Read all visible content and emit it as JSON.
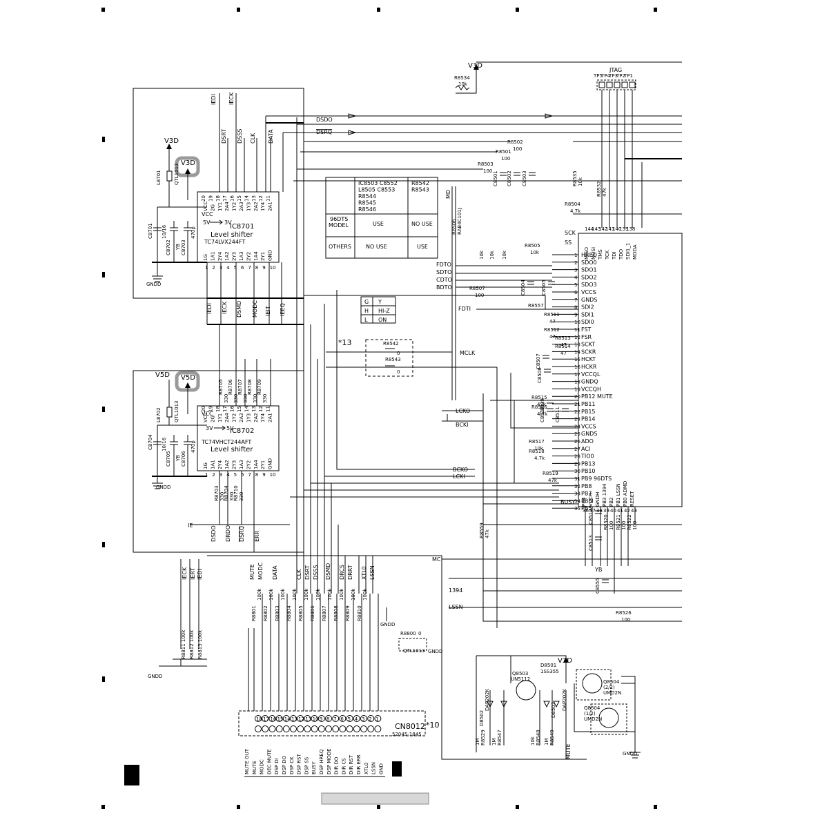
{
  "ic8701": {
    "ref": "IC8701",
    "part": "TC74LVX244FT",
    "function": "Level shifter",
    "vcc_label": "VCC",
    "conv_left": "5V",
    "conv_right": "3V",
    "supply": "V3D",
    "highlight": "V3D",
    "pins_top": [
      "20",
      "19",
      "18",
      "17",
      "16",
      "15",
      "14",
      "13",
      "12",
      "11"
    ],
    "names_top": [
      "VCC",
      "2G",
      "1Y1",
      "2A4",
      "1Y2",
      "2A3",
      "1Y3",
      "2A2",
      "1Y4",
      "2A1"
    ],
    "pins_bottom": [
      "1",
      "2",
      "3",
      "4",
      "5",
      "6",
      "7",
      "8",
      "9",
      "10"
    ],
    "names_bottom": [
      "1G",
      "1A1",
      "2Y4",
      "1A2",
      "2Y3",
      "1A3",
      "2Y2",
      "1A4",
      "2Y1",
      "GND"
    ],
    "inputs_top": [
      "IEDI",
      "IECK",
      "DSRT",
      "DSSS",
      "CLK",
      "DATA"
    ],
    "outputs_bottom": [
      "IEDI",
      "IECK",
      "DSMD",
      "MODC",
      "IEIT",
      "IEEQ"
    ]
  },
  "ic8702": {
    "ref": "IC8702",
    "part": "TC74VHCT244AFT",
    "function": "Level shifter",
    "vcc_label": "VCC",
    "conv_left": "3V",
    "conv_right": "5V",
    "supply": "V5D",
    "highlight": "V5D",
    "pins_top": [
      "20",
      "19",
      "18",
      "17",
      "16",
      "15",
      "14",
      "13",
      "12",
      "11"
    ],
    "names_top": [
      "VCC",
      "2G",
      "1Y1",
      "2A4",
      "1Y2",
      "2A3",
      "1Y3",
      "2A2",
      "1Y4",
      "2A1"
    ],
    "pins_bottom": [
      "1",
      "2",
      "3",
      "4",
      "5",
      "6",
      "7",
      "8",
      "9",
      "10"
    ],
    "names_bottom": [
      "1G",
      "1A1",
      "2Y4",
      "1A2",
      "2Y3",
      "1A3",
      "2Y2",
      "1A4",
      "2Y1",
      "GND"
    ],
    "outputs_bottom": [
      "DSDO",
      "DRDO",
      "DSRQ",
      "ERR"
    ]
  },
  "passives_left": {
    "l8701": "L8701",
    "l8701_val": "QTL1013",
    "c8701": "C8701",
    "c8701_val": "10/16",
    "c8702": "C8702",
    "c8702_val": "YB",
    "c8703": "C8703",
    "c8703_val": "470p",
    "l8702": "L8702",
    "l8702_val": "QTL1013",
    "c8704": "C8704",
    "c8704_val": "10/16",
    "c8705": "C8705",
    "c8705_val": "YB",
    "c8706": "C8706",
    "c8706_val": "470p",
    "gnd": "GNDD",
    "r_top": [
      "R8705",
      "R8706",
      "R8707",
      "R8708",
      "R8709"
    ],
    "r_top_val": [
      "330",
      "330",
      "330",
      "330",
      "330"
    ],
    "r_bot": [
      "R8703",
      "R8704",
      "R8710"
    ],
    "r_bot_val": [
      "330",
      "330",
      "330"
    ]
  },
  "table_use": {
    "col_refs_1": [
      "IC8503 C8552",
      "L8505 C8553",
      "R8544",
      "R8545",
      "R8546"
    ],
    "col_refs_2": [
      "R8542",
      "R8543"
    ],
    "row1_label": [
      "96DTS",
      "MODEL"
    ],
    "row1": [
      "USE",
      "NO USE"
    ],
    "row2_label": "OTHERS",
    "row2": [
      "NO USE",
      "USE"
    ]
  },
  "table_gy": {
    "rows": [
      [
        "G",
        "Y"
      ],
      [
        "H",
        "HI-Z"
      ],
      [
        "L",
        "ON"
      ]
    ]
  },
  "option_x13": {
    "mark": "*13",
    "refs": [
      "R8542",
      "R8543"
    ],
    "vals": [
      "0",
      "0"
    ]
  },
  "signals_top": {
    "dsdo": "DSDO",
    "dsrq": "DSRQ",
    "v3d": "V3D",
    "r8534": "R8534",
    "r8534_val": "10k",
    "jtag": "JTAG",
    "tp": [
      "TP5",
      "TP4",
      "TP3",
      "TP2",
      "TP1"
    ],
    "md": "MD",
    "mc": "MC"
  },
  "resistors_mid": [
    {
      "ref": "R8502",
      "val": "100"
    },
    {
      "ref": "R8501",
      "val": "100"
    },
    {
      "ref": "R8503",
      "val": "100"
    },
    {
      "ref": "R8504",
      "val": "4.7k"
    },
    {
      "ref": "R8505",
      "val": "10k"
    },
    {
      "ref": "R8532",
      "val": "47k"
    },
    {
      "ref": "R8535",
      "val": "10k"
    },
    {
      "ref": "R8506",
      "val": "RAB4C101J"
    },
    {
      "ref": "R8507",
      "val": "100"
    },
    {
      "ref": "R8557",
      "val": ""
    },
    {
      "ref": "R8511",
      "val": "47"
    },
    {
      "ref": "R8512",
      "val": "47"
    },
    {
      "ref": "R8513",
      "val": "47"
    },
    {
      "ref": "R8514",
      "val": "47"
    },
    {
      "ref": "R8515",
      "val": "47k"
    },
    {
      "ref": "R8516",
      "val": "4.7k"
    },
    {
      "ref": "R8517",
      "val": "10k"
    },
    {
      "ref": "R8518",
      "val": "4.7k"
    },
    {
      "ref": "R8519",
      "val": "47k"
    },
    {
      "ref": "R8559",
      "val": "47k"
    },
    {
      "ref": "R8520",
      "val": "100"
    },
    {
      "ref": "R8521",
      "val": "100"
    },
    {
      "ref": "R8522",
      "val": "100"
    },
    {
      "ref": "R8526",
      "val": "100"
    }
  ],
  "caps_mid": [
    "C8501",
    "C8502",
    "C8503",
    "C8504",
    "C8505",
    "C8507",
    "C8508",
    "C8509",
    "C8510",
    "C8511",
    "C8512",
    "C8513",
    "C8555"
  ],
  "chip_labels": {
    "left_signals": [
      "FDTO",
      "SDTO",
      "CDTO",
      "BDTO"
    ],
    "fdti": "FDTI",
    "r10k": "10k",
    "jtag_pins": [
      "SCK",
      "SS",
      "MISO",
      "MOSI",
      "TMS",
      "TCK",
      "TDI",
      "TDO",
      "SDI1_1",
      "MODA"
    ],
    "top_pins": [
      "144",
      "143",
      "142",
      "141",
      "140",
      "139",
      "138"
    ],
    "pins": [
      {
        "n": "1",
        "name": "HREQ"
      },
      {
        "n": "2",
        "name": "SDO0"
      },
      {
        "n": "3",
        "name": "SDO1"
      },
      {
        "n": "4",
        "name": "SDO2"
      },
      {
        "n": "5",
        "name": "SDO3"
      },
      {
        "n": "6",
        "name": "VCCS"
      },
      {
        "n": "7",
        "name": "GNDS"
      },
      {
        "n": "8",
        "name": "SDI2"
      },
      {
        "n": "9",
        "name": "SDI1"
      },
      {
        "n": "10",
        "name": "SDI0"
      },
      {
        "n": "11",
        "name": "FST"
      },
      {
        "n": "12",
        "name": "FSR"
      },
      {
        "n": "13",
        "name": "SCKT"
      },
      {
        "n": "14",
        "name": "SCKR"
      },
      {
        "n": "15",
        "name": "HCKT"
      },
      {
        "n": "16",
        "name": "HCKR"
      },
      {
        "n": "17",
        "name": "VCCQL"
      },
      {
        "n": "18",
        "name": "GNDQ"
      },
      {
        "n": "19",
        "name": "VCCQH"
      },
      {
        "n": "20",
        "name": "PB12  MUTE"
      },
      {
        "n": "21",
        "name": "PB11"
      },
      {
        "n": "22",
        "name": "PB15"
      },
      {
        "n": "23",
        "name": "PB14"
      },
      {
        "n": "24",
        "name": "VCCS"
      },
      {
        "n": "25",
        "name": "GNDS"
      },
      {
        "n": "26",
        "name": "ADO"
      },
      {
        "n": "27",
        "name": "ACI"
      },
      {
        "n": "28",
        "name": "TIO0"
      },
      {
        "n": "29",
        "name": "PB13"
      },
      {
        "n": "30",
        "name": "PB10"
      },
      {
        "n": "31",
        "name": "PB9   96DTS"
      },
      {
        "n": "32",
        "name": "PB8"
      },
      {
        "n": "33",
        "name": "PB7"
      },
      {
        "n": "34",
        "name": "PB6I"
      },
      {
        "n": "35",
        "name": "PB5"
      }
    ],
    "bottom_pins": [
      "36",
      "37",
      "38",
      "39",
      "40",
      "41",
      "42",
      "43"
    ],
    "bottom_names": [
      "PB4",
      "VCCH",
      "GNDH",
      "PB3 1394",
      "PB2",
      "PB1 LSSN",
      "PB0 ADMD",
      "RESET"
    ],
    "mclk": "MCLK",
    "lcko": "LCKO",
    "bcki": "BCKI",
    "bcko": "BCKO",
    "lcki": "LCKI",
    "busy": "BUSY",
    "ie": "IE",
    "yb": "YB",
    "s1394": "1394",
    "lssn": "LSSN"
  },
  "connector": {
    "ref": "CN8012",
    "part": "52045-1845",
    "mark": "*10",
    "pins": [
      "18",
      "17",
      "16",
      "15",
      "14",
      "13",
      "12",
      "11",
      "10",
      "9",
      "8",
      "7",
      "6",
      "5",
      "4",
      "3",
      "2",
      "1"
    ],
    "names": [
      "MUTE OUT",
      "MUTE",
      "MODC",
      "DEC MUTE",
      "DSP DI",
      "DSP DO",
      "DSP CK",
      "DSP RST",
      "DSP SS",
      "BUSY",
      "DSP HREQ",
      "DSP MODE",
      "DIR DO",
      "DIR CS",
      "DIR RST",
      "DIR ERR",
      "XTL0",
      "LSSN",
      "GND"
    ],
    "wire_labels": [
      "IECK",
      "IERT",
      "IEDI",
      "MUTE",
      "MODC",
      "DATA",
      "CLK",
      "DSRT",
      "DSSS",
      "DSMD",
      "DRCS",
      "DRRT",
      "XTL0",
      "LSSN"
    ],
    "r_refs": [
      "R8801",
      "R8802",
      "R8803",
      "R8804",
      "R8805",
      "R8806",
      "R8807",
      "R8808",
      "R8809",
      "R8810"
    ],
    "r_val": "100k",
    "r_left": [
      "R8811 100k",
      "R8812 100k",
      "R8813 100k"
    ],
    "r8800": "R8800",
    "r8800_val": "0",
    "l8801": "QTL1013",
    "gnd": "GNDD"
  },
  "transistors": {
    "v3d": "V3D",
    "d8501": "D8501",
    "d8501_part": "1SS355",
    "q8503": "Q8503",
    "q8503_part": "UN5112",
    "q8504a": "Q8504",
    "q8504a_sub": "(2/2)",
    "q8504a_part": "UMD2N",
    "q8504b": "Q8504",
    "q8504b_sub": "(1/2)",
    "q8504b_part": "UMD2N",
    "d8502": "D8502",
    "d8502_part": "DAP202K",
    "d8503": "D8503",
    "d8503_part": "DAP202K",
    "r_refs": [
      "R8529",
      "R8547",
      "R8548",
      "R8549"
    ],
    "r_vals": [
      "1M",
      "1M",
      "10k",
      "1M"
    ],
    "mute": "MUTE",
    "gnd": "GNDD"
  }
}
